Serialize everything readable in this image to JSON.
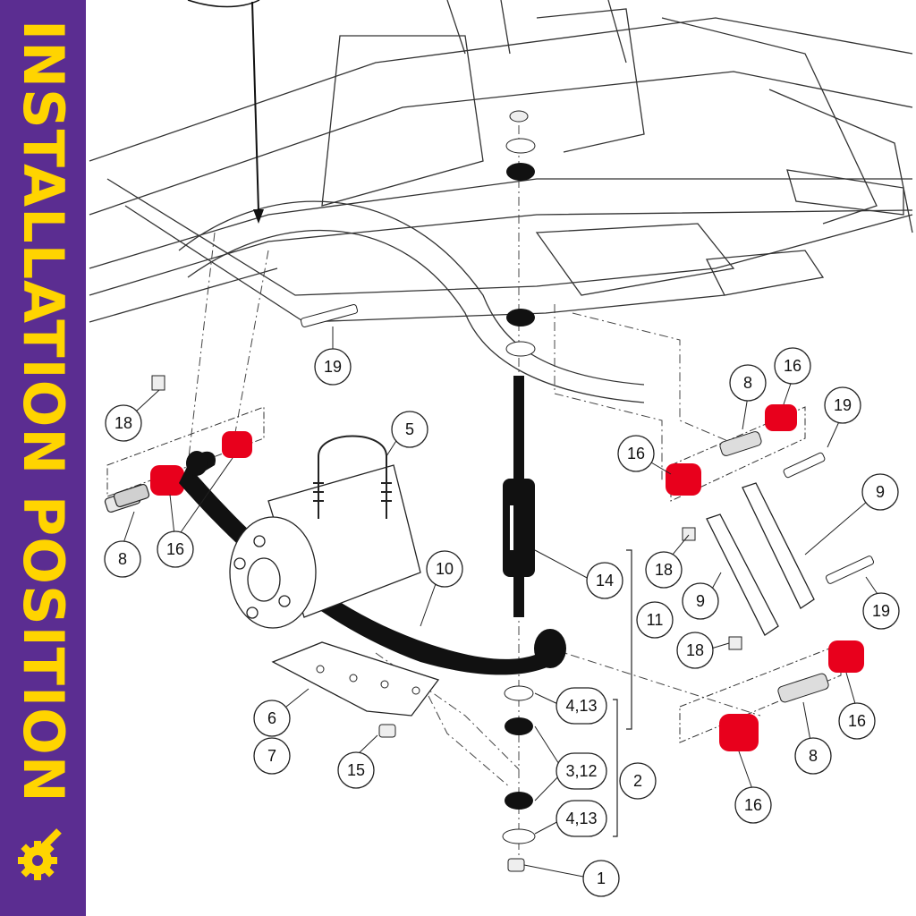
{
  "banner": {
    "title": "INSTALLATION POSITION",
    "icon": "gear-wrench-icon",
    "background": "#5b2d91",
    "text_color": "#ffd400"
  },
  "highlight_color": "#e8001c",
  "callouts": [
    {
      "id": "c19a",
      "label": "19"
    },
    {
      "id": "c18a",
      "label": "18"
    },
    {
      "id": "c5",
      "label": "5"
    },
    {
      "id": "c8a",
      "label": "8"
    },
    {
      "id": "c16a",
      "label": "16"
    },
    {
      "id": "c16b",
      "label": "16"
    },
    {
      "id": "c8b",
      "label": "8"
    },
    {
      "id": "c16c",
      "label": "16"
    },
    {
      "id": "c19b",
      "label": "19"
    },
    {
      "id": "c9a",
      "label": "9"
    },
    {
      "id": "c10",
      "label": "10"
    },
    {
      "id": "c14",
      "label": "14"
    },
    {
      "id": "c11",
      "label": "11"
    },
    {
      "id": "c18b",
      "label": "18"
    },
    {
      "id": "c9b",
      "label": "9"
    },
    {
      "id": "c19c",
      "label": "19"
    },
    {
      "id": "c18c",
      "label": "18"
    },
    {
      "id": "c413a",
      "label": "4,13"
    },
    {
      "id": "c6",
      "label": "6"
    },
    {
      "id": "c7",
      "label": "7"
    },
    {
      "id": "c15",
      "label": "15"
    },
    {
      "id": "c312",
      "label": "3,12"
    },
    {
      "id": "c2",
      "label": "2"
    },
    {
      "id": "c413b",
      "label": "4,13"
    },
    {
      "id": "c1",
      "label": "1"
    },
    {
      "id": "c16d",
      "label": "16"
    },
    {
      "id": "c8c",
      "label": "8"
    },
    {
      "id": "c16e",
      "label": "16"
    }
  ]
}
